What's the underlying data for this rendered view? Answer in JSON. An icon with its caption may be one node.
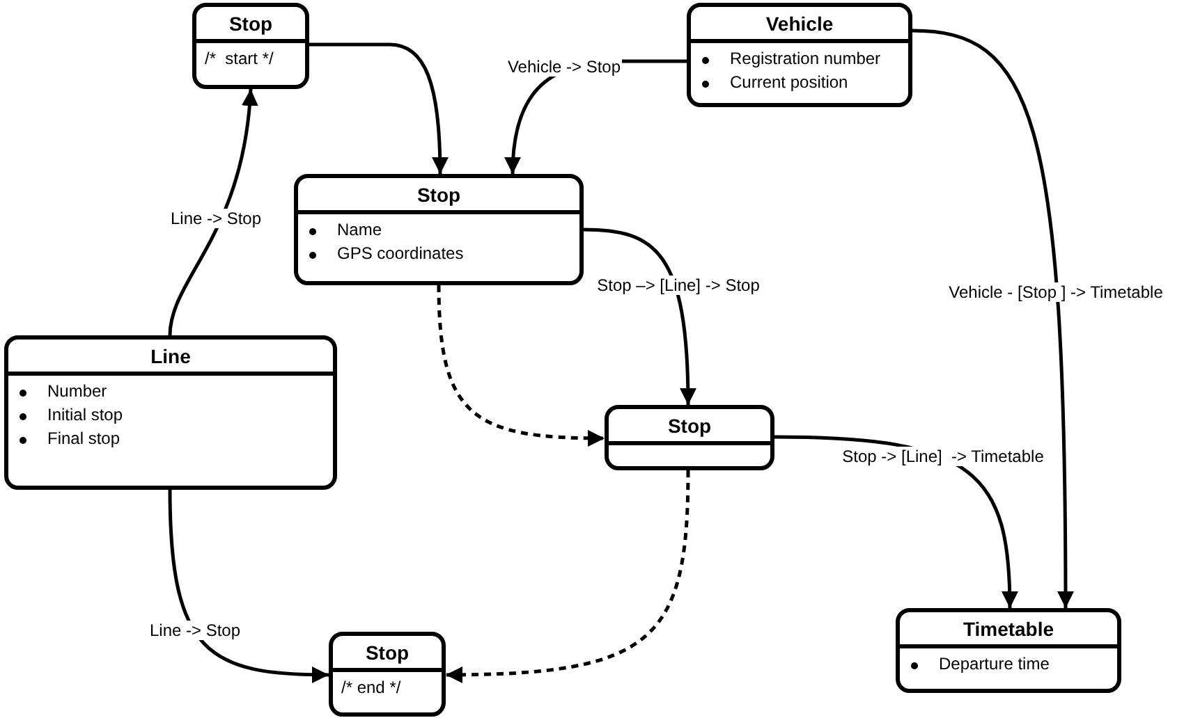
{
  "diagram": {
    "nodes": [
      {
        "text": [
          "Stop",
          "/*  start */"
        ]
      },
      {
        "text": [
          "Vehicle",
          "Registration number",
          "Current position"
        ]
      },
      {
        "text": [
          "Stop",
          "Name",
          "GPS coordinates"
        ]
      },
      {
        "text": [
          "Line",
          "Number",
          "Initial stop",
          "Final stop"
        ]
      },
      {
        "text": [
          "Stop"
        ]
      },
      {
        "text": [
          "Stop",
          "/* end */"
        ]
      },
      {
        "text": [
          "Timetable",
          "Departure time"
        ]
      }
    ],
    "edges": [
      {
        "from": 0,
        "to": 2,
        "arrow": "to"
      },
      {
        "from": 1,
        "to": 2,
        "arrow": "to",
        "label": "Vehicle -> Stop"
      },
      {
        "from": 3,
        "to": 0,
        "arrow": "to",
        "label": "Line -> Stop"
      },
      {
        "from": 2,
        "to": 4,
        "arrow": "to",
        "label": "Stop –> [Line] -> Stop"
      },
      {
        "from": 2,
        "to": 4,
        "arrow": "to",
        "style": "dashed"
      },
      {
        "from": 1,
        "to": 6,
        "arrow": "to",
        "label": "Vehicle - [Stop ] -> Timetable"
      },
      {
        "from": 4,
        "to": 6,
        "arrow": "to",
        "label": "Stop -> [Line]  -> Timetable"
      },
      {
        "from": 3,
        "to": 5,
        "arrow": "to",
        "label": "Line -> Stop"
      },
      {
        "from": 4,
        "to": 5,
        "arrow": "to",
        "style": "dashed"
      }
    ]
  }
}
